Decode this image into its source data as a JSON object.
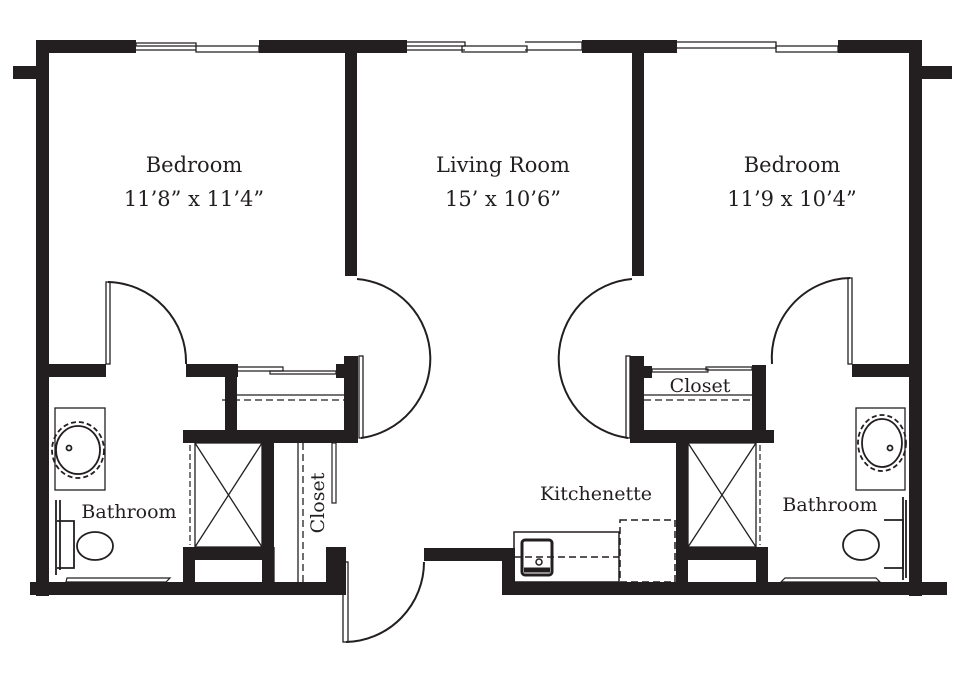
{
  "diagram": {
    "type": "floor-plan",
    "wall_color": "#231f20",
    "background": "#ffffff"
  },
  "rooms": [
    {
      "name": "Bedroom",
      "dimensions": "11’8” x 11’4”"
    },
    {
      "name": "Living Room",
      "dimensions": "15’ x 10’6”"
    },
    {
      "name": "Bedroom",
      "dimensions": "11’9 x 10’4”"
    }
  ],
  "labels": {
    "left_bathroom": "Bathroom",
    "left_closet": "Closet",
    "right_closet": "Closet",
    "kitchenette": "Kitchenette",
    "right_bathroom": "Bathroom"
  }
}
